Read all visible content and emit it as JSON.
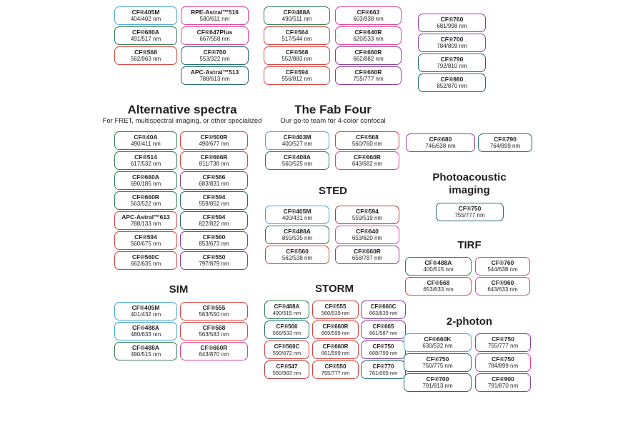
{
  "palette": {
    "blue": "#45a5dc",
    "green": "#2d7d52",
    "teal": "#206a6d",
    "red": "#d8423c",
    "maroon": "#a93c3f",
    "pink": "#e33e97",
    "purple": "#8a3e9c",
    "text": "#231f20"
  },
  "top": {
    "col1": [
      {
        "name": "CF®405M",
        "value": "404/402 nm",
        "color": "blue"
      },
      {
        "name": "CF®680A",
        "value": "491/517 nm",
        "color": "green"
      },
      {
        "name": "CF®568",
        "value": "562/963 nm",
        "color": "red"
      }
    ],
    "col2": [
      {
        "name": "RPE-Astral™516",
        "value": "580/611 nm",
        "color": "pink"
      },
      {
        "name": "CF®647Plus",
        "value": "667/558 nm",
        "color": "pink"
      },
      {
        "name": "CF®700",
        "value": "553/322 nm",
        "color": "teal"
      },
      {
        "name": "APC-Astral™513",
        "value": "788/613 nm",
        "color": "teal"
      }
    ],
    "col3": [
      {
        "name": "CF®488A",
        "value": "490/511 nm",
        "color": "green"
      },
      {
        "name": "CF®564",
        "value": "517/544 nm",
        "color": "red"
      },
      {
        "name": "CF®568",
        "value": "552/883 nm",
        "color": "red"
      },
      {
        "name": "CF®594",
        "value": "556/812 nm",
        "color": "red"
      }
    ],
    "col4": [
      {
        "name": "CF®663",
        "value": "603/938 nm",
        "color": "pink"
      },
      {
        "name": "CF®640R",
        "value": "620/533 nm",
        "color": "pink"
      },
      {
        "name": "CF®660R",
        "value": "662/882 nm",
        "color": "purple"
      },
      {
        "name": "CF®660R",
        "value": "755/777 nm",
        "color": "purple"
      }
    ],
    "col5": [
      {
        "name": "CF®760",
        "value": "681/998 nm",
        "color": "purple"
      },
      {
        "name": "CF®700",
        "value": "784/809 nm",
        "color": "purple"
      },
      {
        "name": "CF®790",
        "value": "792/810 nm",
        "color": "teal"
      },
      {
        "name": "CF®980",
        "value": "852/870 nm",
        "color": "teal"
      }
    ]
  },
  "alt": {
    "title": "Alternative spectra",
    "subtitle": "For FRET, multispectral imaging, or other specialized",
    "left": [
      {
        "name": "CF®40A",
        "value": "490/411 nm",
        "color": "green"
      },
      {
        "name": "CF®514",
        "value": "617/532 nm",
        "color": "green"
      },
      {
        "name": "CF®660A",
        "value": "690/185 nm",
        "color": "green"
      },
      {
        "name": "CF®660R",
        "value": "563/522 nm",
        "color": "green"
      },
      {
        "name": "APC-Astral™613",
        "value": "788/133 nm",
        "color": "red"
      },
      {
        "name": "CF®594",
        "value": "560/675 nm",
        "color": "red"
      },
      {
        "name": "CF®560C",
        "value": "662/635 nm",
        "color": "red"
      }
    ],
    "right": [
      {
        "name": "CF®500R",
        "value": "490/677 nm",
        "color": "red"
      },
      {
        "name": "CF®666R",
        "value": "811/738 nm",
        "color": "red"
      },
      {
        "name": "CF®566",
        "value": "683/831 nm",
        "color": "purple"
      },
      {
        "name": "CF®594",
        "value": "559/852 nm",
        "color": "teal"
      },
      {
        "name": "CF®594",
        "value": "822/822 nm",
        "color": "teal"
      },
      {
        "name": "CF®560",
        "value": "853/673 nm",
        "color": "purple"
      },
      {
        "name": "CF®550",
        "value": "797/879 nm",
        "color": "purple"
      }
    ]
  },
  "fab": {
    "title": "The Fab Four",
    "subtitle": "Our go-to team for 4-color confocal",
    "left": [
      {
        "name": "CF®403M",
        "value": "400/527 nm",
        "color": "blue"
      },
      {
        "name": "CF®408A",
        "value": "560/525 nm",
        "color": "green"
      }
    ],
    "right": [
      {
        "name": "CF®568",
        "value": "560/760 nm",
        "color": "red"
      },
      {
        "name": "CF®660R",
        "value": "643/682 nm",
        "color": "pink"
      }
    ]
  },
  "sted": {
    "title": "STED",
    "left": [
      {
        "name": "CF®405M",
        "value": "400/431 nm",
        "color": "blue"
      },
      {
        "name": "CF®488A",
        "value": "855/535 nm",
        "color": "green"
      },
      {
        "name": "CF®560",
        "value": "562/538 nm",
        "color": "red"
      }
    ],
    "right": [
      {
        "name": "CF®594",
        "value": "559/519 nm",
        "color": "maroon"
      },
      {
        "name": "CF®640",
        "value": "653/620 nm",
        "color": "pink"
      },
      {
        "name": "CF®660R",
        "value": "658/787 nm",
        "color": "purple"
      }
    ]
  },
  "nir_pair": {
    "left": [
      {
        "name": "CF®680",
        "value": "746/638 nm",
        "color": "purple"
      }
    ],
    "right": [
      {
        "name": "CF®790",
        "value": "764/899 nm",
        "color": "teal"
      }
    ]
  },
  "photoacoustic": {
    "title": "Photoacoustic imaging",
    "items": [
      {
        "name": "CF®750",
        "value": "755/777 nm",
        "color": "teal"
      }
    ]
  },
  "tirf": {
    "title": "TIRF",
    "left": [
      {
        "name": "CF®488A",
        "value": "400/515 nm",
        "color": "green"
      },
      {
        "name": "CF®568",
        "value": "653/633 nm",
        "color": "red"
      }
    ],
    "right": [
      {
        "name": "CF®760",
        "value": "544/638 nm",
        "color": "pink"
      },
      {
        "name": "CF®960",
        "value": "643/633 nm",
        "color": "pink"
      }
    ]
  },
  "sim": {
    "title": "SIM",
    "left": [
      {
        "name": "CF®405M",
        "value": "401/432 nm",
        "color": "blue"
      },
      {
        "name": "CF®488A",
        "value": "480/633 nm",
        "color": "blue"
      },
      {
        "name": "CF®488A",
        "value": "490/515 nm",
        "color": "green"
      }
    ],
    "right": [
      {
        "name": "CF®555",
        "value": "563/550 nm",
        "color": "red"
      },
      {
        "name": "CF®568",
        "value": "563/583 nm",
        "color": "red"
      },
      {
        "name": "CF®660R",
        "value": "643/870 nm",
        "color": "pink"
      }
    ]
  },
  "storm": {
    "title": "STORM",
    "c1": [
      {
        "name": "CF®488A",
        "value": "490/515 nm",
        "color": "green"
      },
      {
        "name": "CF®566",
        "value": "566/533 nm",
        "color": "teal"
      },
      {
        "name": "CF®560C",
        "value": "590/672 nm",
        "color": "red"
      },
      {
        "name": "CF®547",
        "value": "550/983 nm",
        "color": "maroon"
      }
    ],
    "c2": [
      {
        "name": "CF®555",
        "value": "560/539 nm",
        "color": "red"
      },
      {
        "name": "CF®660R",
        "value": "669/599 nm",
        "color": "red"
      },
      {
        "name": "CF®660R",
        "value": "661/599 nm",
        "color": "red"
      },
      {
        "name": "CF®550",
        "value": "755/777 nm",
        "color": "red"
      }
    ],
    "c3": [
      {
        "name": "CF®660C",
        "value": "663/839 nm",
        "color": "purple"
      },
      {
        "name": "CF®665",
        "value": "661/587 nm",
        "color": "purple"
      },
      {
        "name": "CF®750",
        "value": "668/799 nm",
        "color": "purple"
      },
      {
        "name": "CF®770",
        "value": "781/009 nm",
        "color": "teal"
      }
    ]
  },
  "twophoton": {
    "title": "2-photon",
    "left": [
      {
        "name": "CF®660K",
        "value": "630/532 nm",
        "color": "blue"
      },
      {
        "name": "CF®750",
        "value": "750/775 nm",
        "color": "teal"
      },
      {
        "name": "CF®700",
        "value": "791/813 nm",
        "color": "teal"
      }
    ],
    "right": [
      {
        "name": "CF®750",
        "value": "755/777 nm",
        "color": "purple"
      },
      {
        "name": "CF®750",
        "value": "784/899 nm",
        "color": "pink"
      },
      {
        "name": "CF®900",
        "value": "791/870 nm",
        "color": "purple"
      }
    ]
  }
}
